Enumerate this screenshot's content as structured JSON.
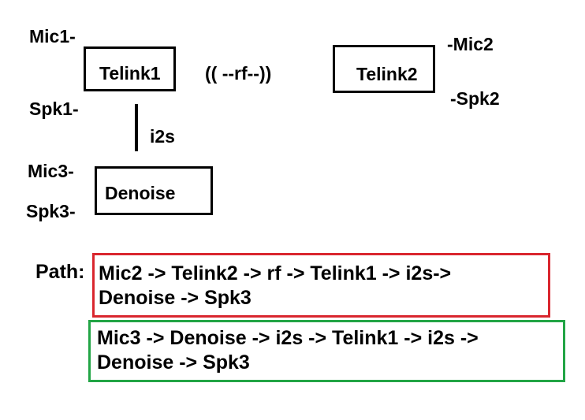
{
  "diagram": {
    "labels": {
      "mic1": "Mic1-",
      "spk1": "Spk1-",
      "mic2": "-Mic2",
      "spk2": "-Spk2",
      "mic3": "Mic3-",
      "spk3": "Spk3-",
      "rf": "(( --rf--))",
      "i2s": "i2s"
    },
    "blocks": {
      "telink1": "Telink1",
      "telink2": "Telink2",
      "denoise": "Denoise"
    }
  },
  "paths": {
    "label": "Path:",
    "items": [
      {
        "line1": "Mic2 -> Telink2 -> rf -> Telink1 -> i2s->",
        "line2": "Denoise -> Spk3",
        "color": "#d9262e"
      },
      {
        "line1": "Mic3 -> Denoise -> i2s -> Telink1 -> i2s ->",
        "line2": "Denoise -> Spk3",
        "color": "#22a546"
      }
    ]
  }
}
